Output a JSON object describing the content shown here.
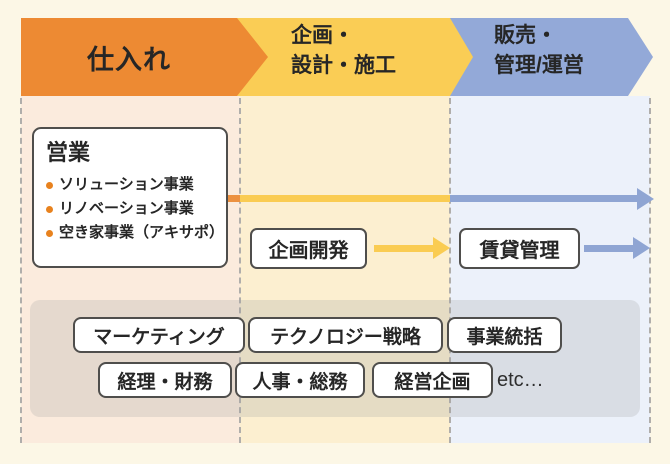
{
  "colors": {
    "stage1_orange": "#ED8A33",
    "stage2_yellow": "#FACD55",
    "stage3_blue": "#93A9D8",
    "col1_bg": "#FBEBDD",
    "col2_bg": "#FCEFD0",
    "col3_bg": "#ECF1FA",
    "page_bg": "#FCF7E6",
    "bullet_dot": "#E8821E",
    "box_border": "#4F4E4C",
    "arrow_orange": "#EC9140",
    "arrow_yellow": "#FACC52",
    "arrow_blue": "#8FA5D3"
  },
  "stages": [
    {
      "label": "仕入れ"
    },
    {
      "label": "企画・設計・施工",
      "line1": "企画・",
      "line2": "設計・施工"
    },
    {
      "label": "販売・管理/運営",
      "line1": "販売・",
      "line2": "管理/運営"
    }
  ],
  "sales": {
    "title": "営業",
    "items": [
      "ソリューション事業",
      "リノベーション事業",
      "空き家事業（アキサポ）"
    ]
  },
  "flow": {
    "planning_box": "企画開発",
    "rental_box": "賃貸管理"
  },
  "support": {
    "row1": [
      "マーケティング",
      "テクノロジー戦略",
      "事業統括"
    ],
    "row2": [
      "経理・財務",
      "人事・総務",
      "経営企画"
    ],
    "etc_label": "etc…"
  }
}
